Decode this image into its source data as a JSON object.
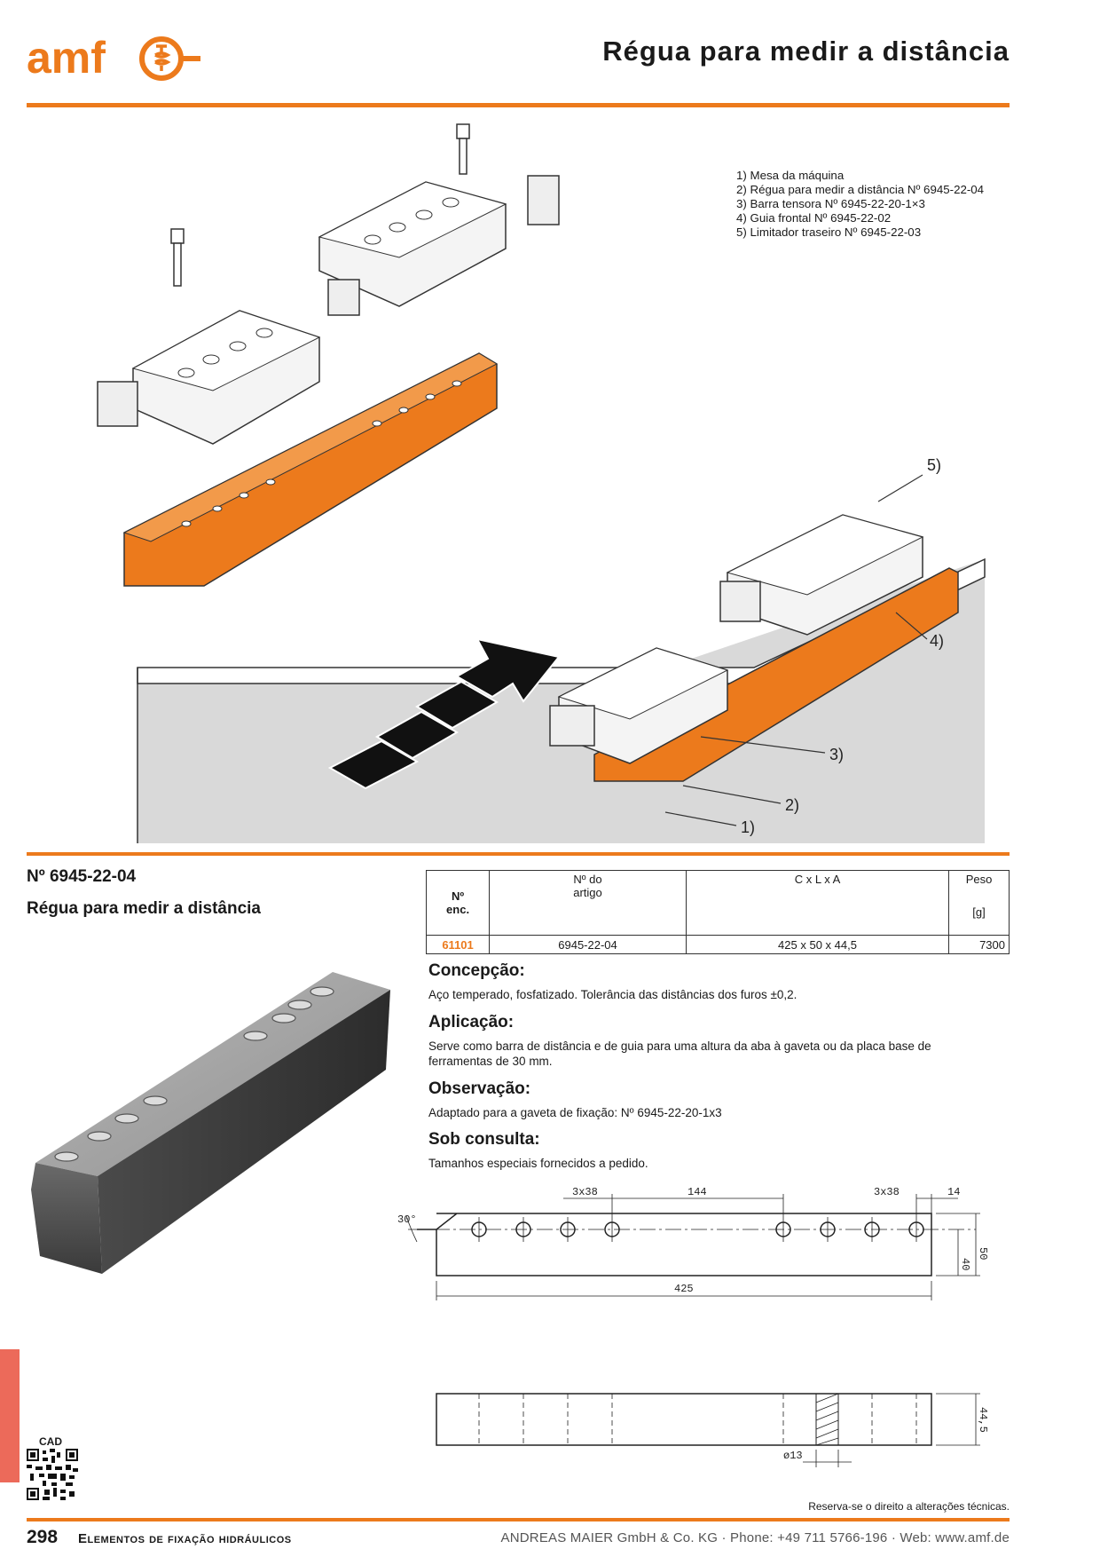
{
  "header": {
    "logo_text": "amf",
    "title": "Régua para medir a distância"
  },
  "colors": {
    "accent": "#ec7a1c",
    "side_tab": "#ec6a5a"
  },
  "legend": [
    "1) Mesa da máquina",
    "2) Régua para medir a distância Nº 6945-22-04",
    "3) Barra tensora Nº 6945-22-20-1×3",
    "4) Guia frontal Nº 6945-22-02",
    "5) Limitador traseiro Nº 6945-22-03"
  ],
  "callouts": [
    "1)",
    "2)",
    "3)",
    "4)",
    "5)"
  ],
  "product": {
    "article_no": "Nº 6945-22-04",
    "name": "Régua para medir a distância"
  },
  "table": {
    "headers": {
      "order_no_line1": "Nº",
      "order_no_line2": "enc.",
      "article_line1": "Nº do",
      "article_line2": "artigo",
      "dims": "C x L x A",
      "weight": "Peso",
      "weight_unit": "[g]"
    },
    "rows": [
      {
        "order_no": "61101",
        "article": "6945-22-04",
        "dims": "425 x 50 x 44,5",
        "weight": "7300"
      }
    ]
  },
  "sections": {
    "concepcao_h": "Concepção:",
    "concepcao_t": "Aço temperado, fosfatizado. Tolerância das distâncias dos furos ±0,2.",
    "aplicacao_h": "Aplicação:",
    "aplicacao_t": "Serve como barra de distância e de guia para uma altura da aba à gaveta ou da placa base de ferramentas de 30 mm.",
    "observacao_h": "Observação:",
    "observacao_t": "Adaptado para a gaveta de fixação: Nº 6945-22-20-1x3",
    "consulta_h": "Sob consulta:",
    "consulta_t": "Tamanhos especiais fornecidos a pedido."
  },
  "drawing": {
    "dim_3x38_left": "3x38",
    "dim_144": "144",
    "dim_3x38_right": "3x38",
    "dim_14": "14",
    "dim_30deg": "30°",
    "dim_40": "40",
    "dim_50": "50",
    "dim_425": "425",
    "dim_44_5": "44,5",
    "dim_d13": "ø13"
  },
  "sidebar": {
    "cad": "CAD"
  },
  "footer": {
    "page_number": "298",
    "section": "Elementos de fixação hidráulicos",
    "company": "ANDREAS MAIER GmbH & Co. KG · Phone: +49 711 5766-196 · Web: www.amf.de",
    "disclaimer": "Reserva-se o direito a alterações técnicas."
  }
}
